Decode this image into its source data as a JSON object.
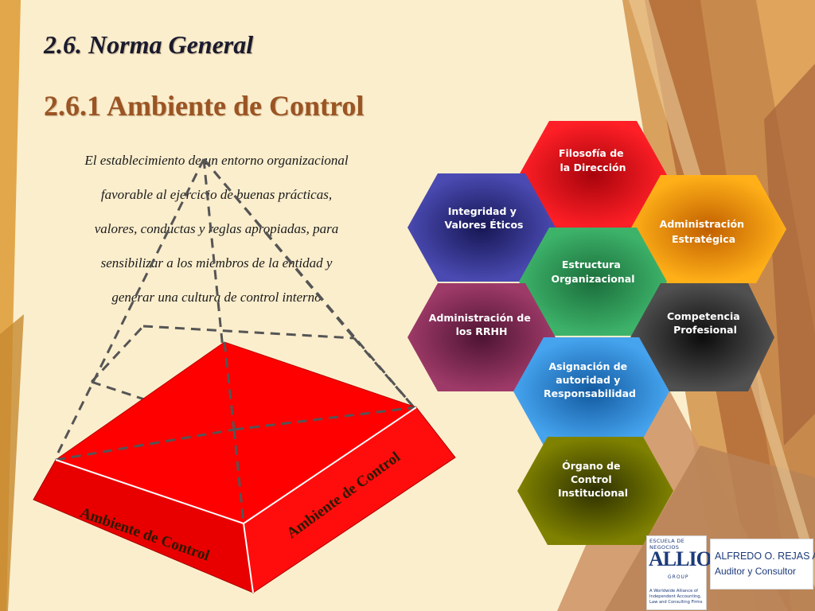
{
  "slide": {
    "title": "2.6. Norma General",
    "subtitle": "2.6.1 Ambiente de Control",
    "description_lines": [
      "El establecimiento de un entorno organizacional",
      "favorable al ejercicio de buenas prácticas,",
      "valores, conductas y reglas apropiadas, para",
      "sensibilizar a los miembros de la entidad y",
      "generar una cultura de control interno"
    ]
  },
  "pyramid": {
    "front_label": "Ambiente de Control",
    "right_label": "Ambiente de Control",
    "color": "#ff0000"
  },
  "hexagons": [
    {
      "id": "filosofia",
      "lines": [
        "Filosofía de",
        "la Dirección"
      ],
      "color": "#e3141b"
    },
    {
      "id": "integridad",
      "lines": [
        "Integridad y",
        "Valores Éticos"
      ],
      "color": "#34348f"
    },
    {
      "id": "estrategica",
      "lines": [
        "Administración",
        "Estratégica"
      ],
      "color": "#f59a0a"
    },
    {
      "id": "estructura",
      "lines": [
        "Estructura",
        "Organizacional"
      ],
      "color": "#2f9a5a"
    },
    {
      "id": "rrhh",
      "lines": [
        "Administración de",
        "los RRHH"
      ],
      "color": "#7e2a52"
    },
    {
      "id": "competencia",
      "lines": [
        "Competencia",
        "Profesional"
      ],
      "color": "#333333"
    },
    {
      "id": "asignacion",
      "lines": [
        "Asignación de",
        "autoridad y",
        "Responsabilidad"
      ],
      "color": "#2a86cf"
    },
    {
      "id": "organo",
      "lines": [
        "Órgano de",
        "Control",
        "Institucional"
      ],
      "color": "#5e6000"
    }
  ],
  "branding": {
    "school": "ESCUELA DE NEGOCIOS",
    "logo": "ALLIOTT",
    "group": "GROUP",
    "tagline": "A Worldwide Alliance of Independent Accounting, Law and Consulting Firms",
    "person_name": "ALFREDO O. REJAS AGUILAR",
    "person_role": "Auditor y Consultor"
  }
}
